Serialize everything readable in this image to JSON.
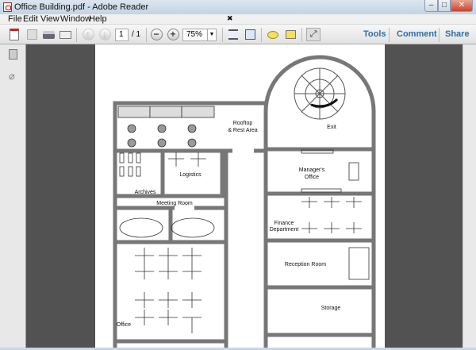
{
  "window": {
    "title": "Office Building.pdf - Adobe Reader",
    "minimize": "–",
    "maximize": "□",
    "close": "✕"
  },
  "menu": {
    "items": [
      "File",
      "Edit",
      "View",
      "Window",
      "Help"
    ],
    "close_doc": "✖"
  },
  "toolbar": {
    "page_current": "1",
    "page_total": "/ 1",
    "zoom": "75%",
    "tools": "Tools",
    "comment": "Comment",
    "share": "Share"
  },
  "floorplan": {
    "rooftop": [
      "Rooftop",
      "& Rest Area"
    ],
    "exit": "Exit",
    "archives": "Archives",
    "logistics": "Logistics",
    "meeting": "Meeting Room",
    "manager": [
      "Manager's",
      "Office"
    ],
    "finance": [
      "Finance",
      "Department"
    ],
    "reception": "Reception Room",
    "storage": "Storage",
    "office": "Office"
  }
}
